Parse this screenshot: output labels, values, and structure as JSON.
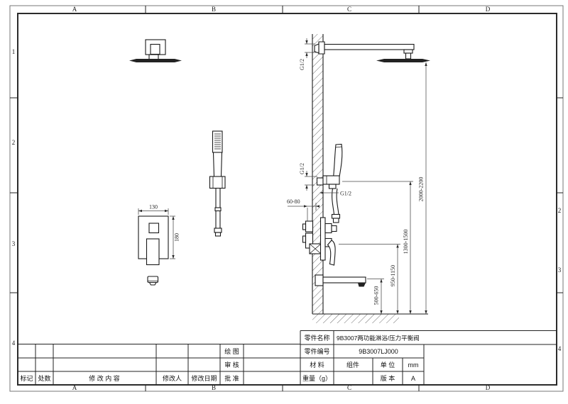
{
  "sheet": {
    "background": "#ffffff",
    "line_color": "#1a1a1a",
    "zones_top": [
      "A",
      "B",
      "C",
      "D"
    ],
    "zones_bottom": [
      "A",
      "B",
      "C",
      "D"
    ],
    "zones_left": [
      "1",
      "2",
      "3",
      "4"
    ],
    "zones_right": [
      "2",
      "3",
      "4"
    ]
  },
  "front_view": {
    "mixer_width_dim": "130",
    "mixer_height_dim": "180"
  },
  "side_view": {
    "thread_top": "G1/2",
    "thread_mid": "G1/2",
    "thread_hose": "G1/2",
    "dim_overall_height": "2000-2200",
    "dim_holder_height": "1300-1500",
    "dim_valve_height": "950-1150",
    "dim_spout_height": "500-650",
    "dim_valve_depth": "60-80"
  },
  "title_block": {
    "part_name_label": "零件名称",
    "part_name_value": "9B3007两功能淋浴/压力平衡阀",
    "part_no_label": "零件编号",
    "part_no_value": "9B3007LJ000",
    "material_label": "材  料",
    "component_label": "组件",
    "unit_label": "单  位",
    "unit_value": "mm",
    "weight_label": "重量（g）",
    "version_label": "版  本",
    "version_value": "A"
  },
  "revision_table": {
    "mark_label": "标记",
    "count_label": "处数",
    "content_label": "修 改 内 容",
    "modifier_label": "修改人",
    "date_label": "修改日期",
    "draw_label": "绘 图",
    "check_label": "审 核",
    "approve_label": "批 准"
  }
}
